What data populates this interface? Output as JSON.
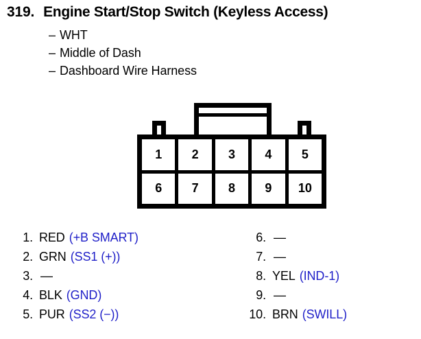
{
  "header": {
    "number": "319.",
    "title": "Engine Start/Stop Switch (Keyless Access)",
    "details": [
      {
        "dash": "–",
        "text": "WHT"
      },
      {
        "dash": "–",
        "text": "Middle of Dash"
      },
      {
        "dash": "–",
        "text": "Dashboard Wire Harness"
      }
    ]
  },
  "connector": {
    "top_row": [
      "1",
      "2",
      "3",
      "4",
      "5"
    ],
    "bottom_row": [
      "6",
      "7",
      "8",
      "9",
      "10"
    ]
  },
  "pins": {
    "empty_marker": "—",
    "left_column": [
      {
        "index": "1.",
        "color": "RED",
        "signal": "(+B SMART)",
        "empty": ""
      },
      {
        "index": "2.",
        "color": "GRN",
        "signal": "(SS1 (+))",
        "empty": ""
      },
      {
        "index": "3.",
        "color": "",
        "signal": "",
        "empty": "—"
      },
      {
        "index": "4.",
        "color": "BLK",
        "signal": "(GND)",
        "empty": ""
      },
      {
        "index": "5.",
        "color": "PUR",
        "signal": "(SS2 (−))",
        "empty": ""
      }
    ],
    "right_column": [
      {
        "index": "6.",
        "color": "",
        "signal": "",
        "empty": "—"
      },
      {
        "index": "7.",
        "color": "",
        "signal": "",
        "empty": "—"
      },
      {
        "index": "8.",
        "color": "YEL",
        "signal": "(IND-1)",
        "empty": ""
      },
      {
        "index": "9.",
        "color": "",
        "signal": "",
        "empty": "—"
      },
      {
        "index": "10.",
        "color": "BRN",
        "signal": "(SWILL)",
        "empty": ""
      }
    ]
  },
  "colors": {
    "signal_blue": "#1f1fc8",
    "ink": "#000000",
    "page": "#ffffff"
  }
}
